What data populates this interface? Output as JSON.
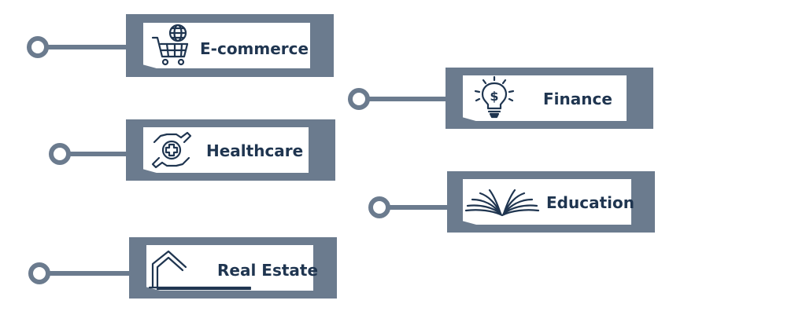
{
  "colors": {
    "frame": "#6b7b8e",
    "connector": "#6b7b8e",
    "label_text": "#1f3550",
    "icon": "#1f3550",
    "card": "#ffffff"
  },
  "tags": [
    {
      "id": "ecommerce",
      "label": "E-commerce",
      "icon": "shopping-cart-globe-icon"
    },
    {
      "id": "finance",
      "label": "Finance",
      "icon": "lightbulb-dollar-icon"
    },
    {
      "id": "healthcare",
      "label": "Healthcare",
      "icon": "hands-medical-cross-icon"
    },
    {
      "id": "education",
      "label": "Education",
      "icon": "open-book-icon"
    },
    {
      "id": "realestate",
      "label": "Real Estate",
      "icon": "house-icon"
    }
  ]
}
